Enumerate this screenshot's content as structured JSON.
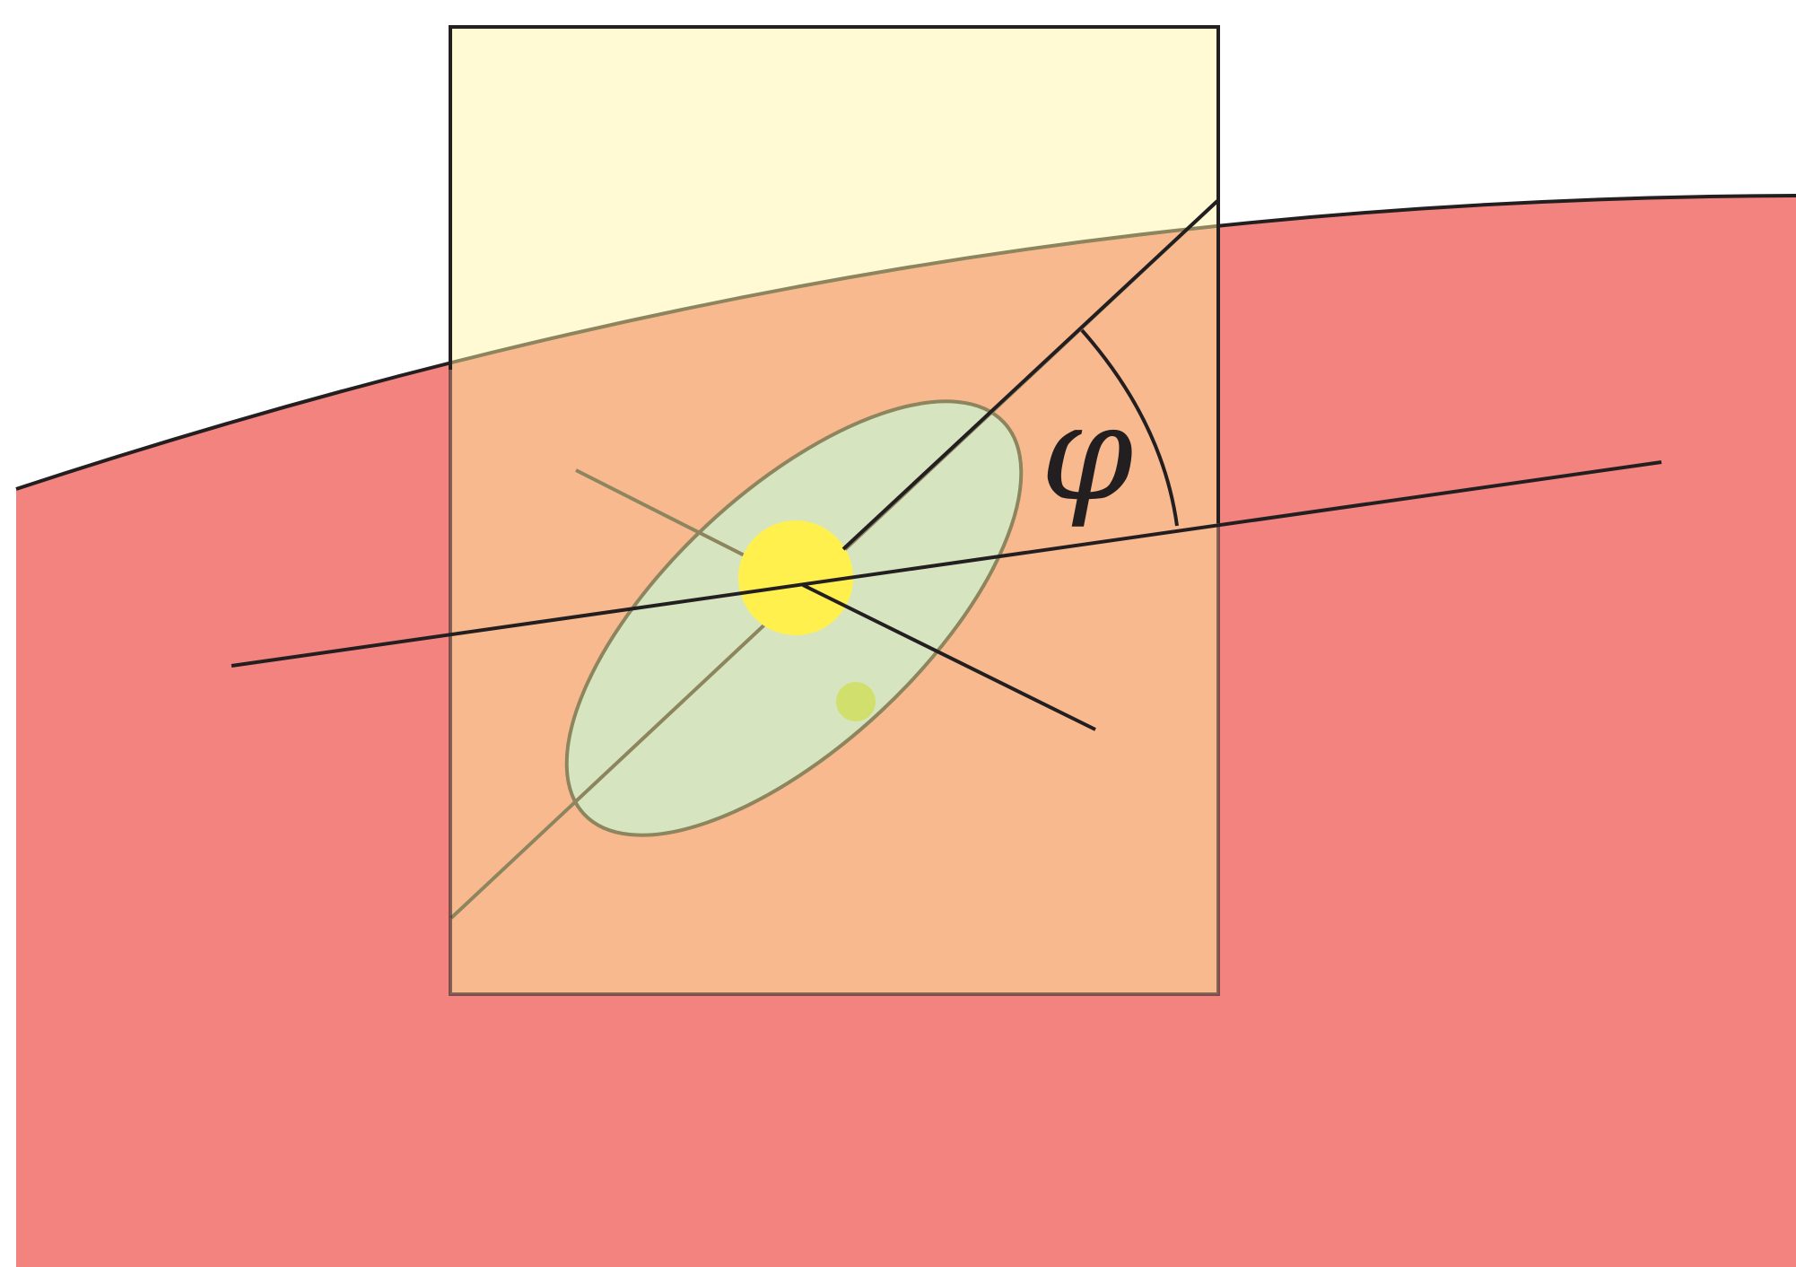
{
  "diagram": {
    "angle_label": "φ",
    "colors": {
      "background": "#ffffff",
      "disk_fill": "#f3837e",
      "plane_fill": "#fff5a3",
      "plane_fill_opacity": 0.48,
      "ellipse_fill": "#b1d6d8",
      "sun_fill": "#ffec00",
      "green_dot_fill": "#a8cd3c",
      "stroke": "#231f20"
    },
    "elements": [
      "disk",
      "plane",
      "orbit-ellipse",
      "sun",
      "green-dot",
      "disk-plane-line",
      "orbit-major-axis",
      "perpendicular-axis",
      "angle-arc"
    ]
  }
}
